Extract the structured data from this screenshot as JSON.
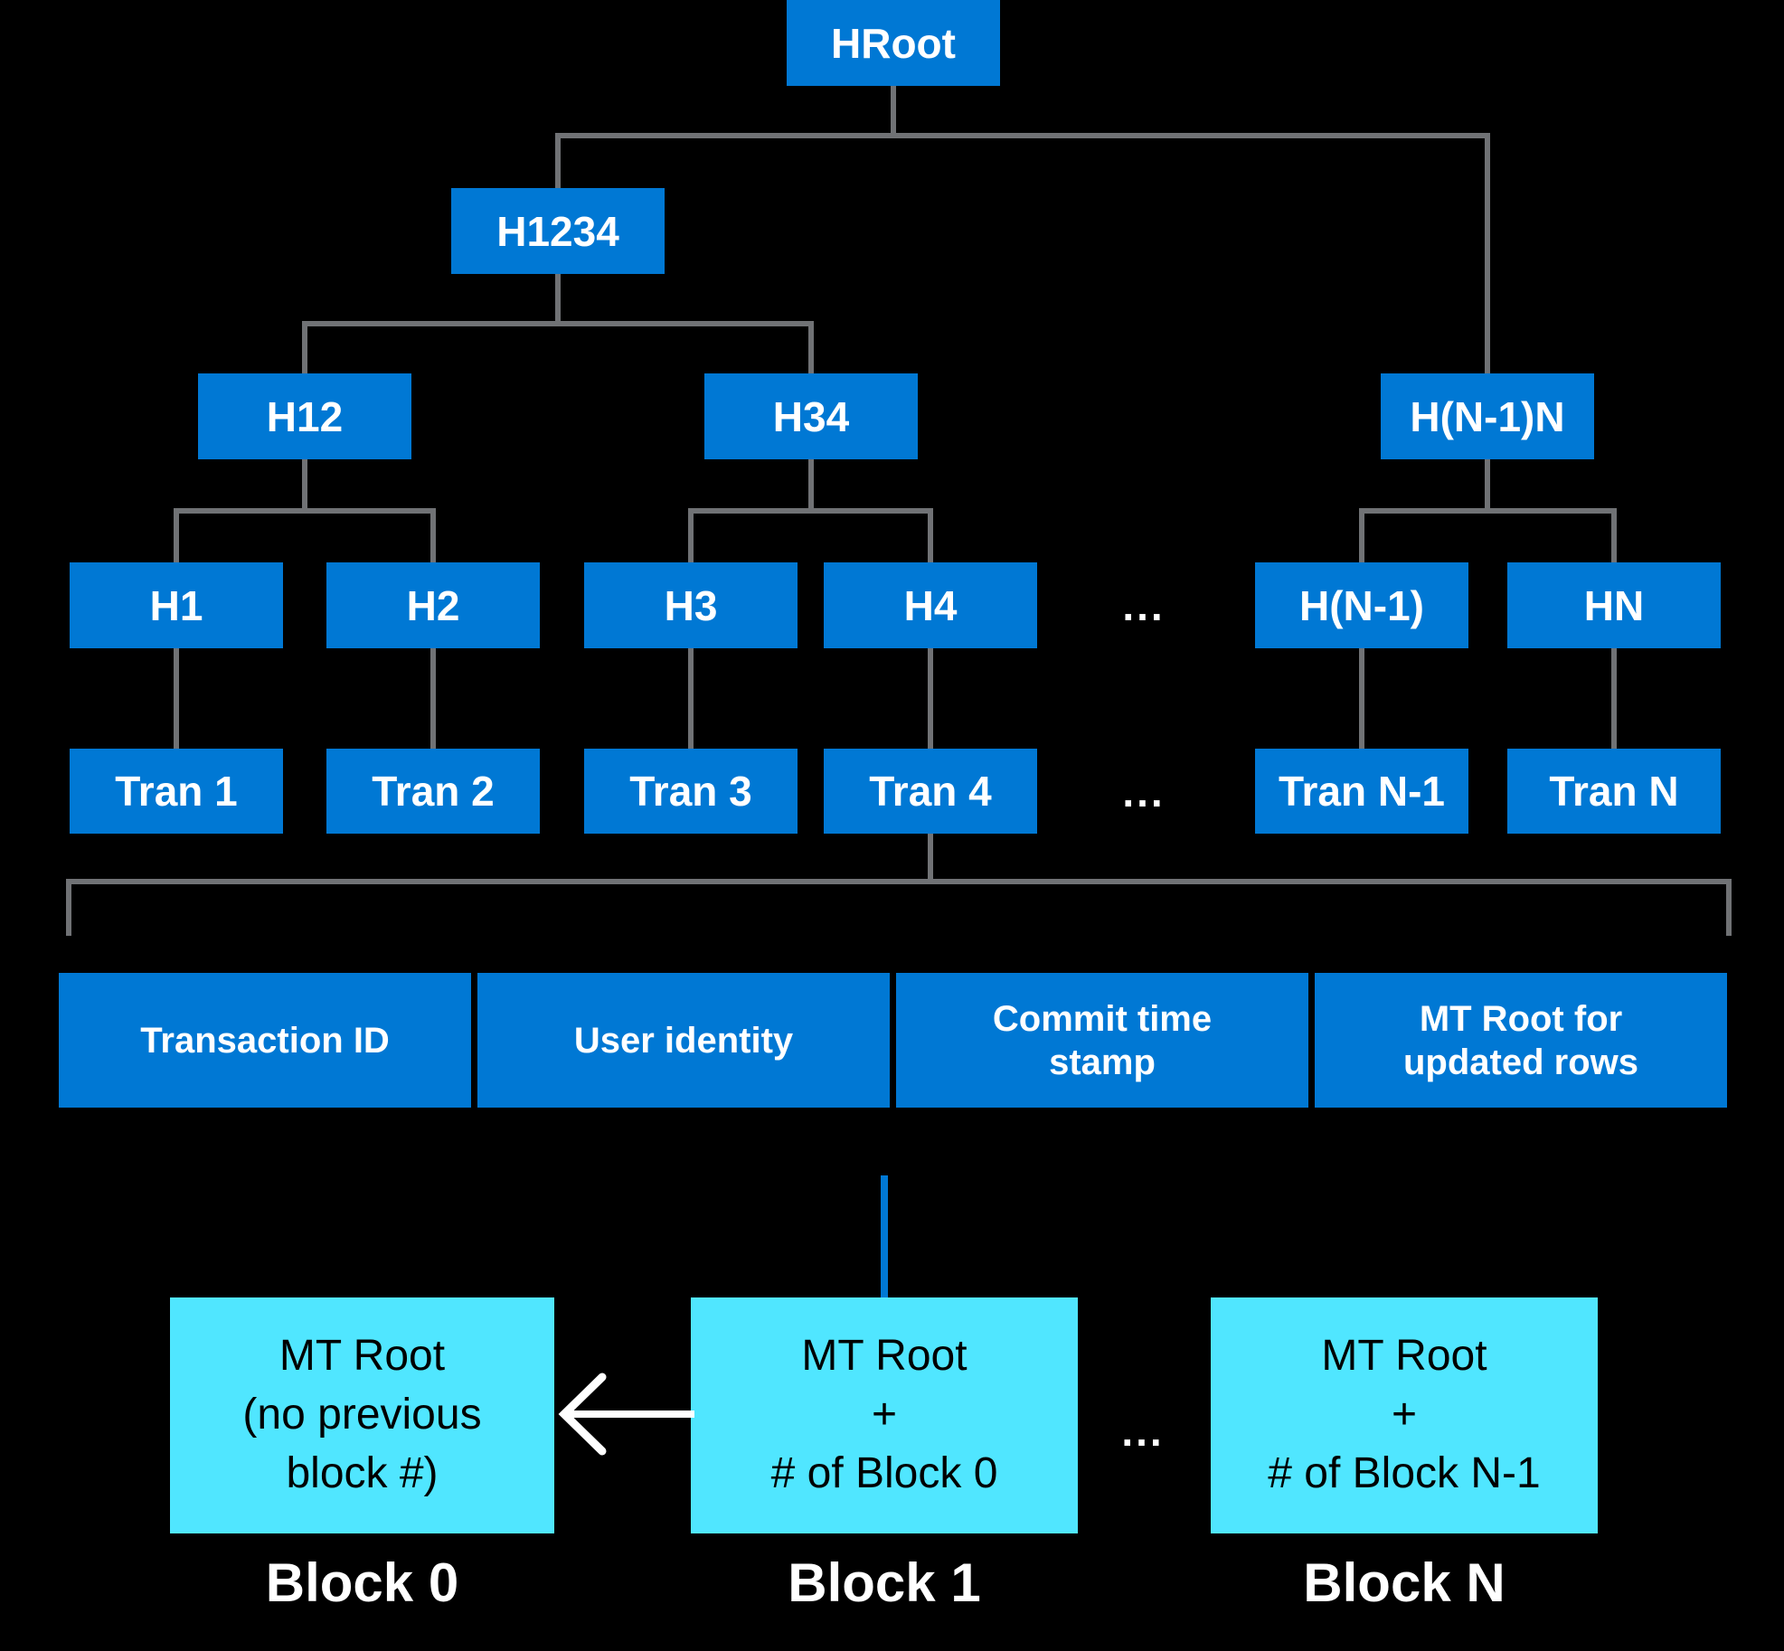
{
  "colors": {
    "background": "#000000",
    "node_blue": "#0078D4",
    "block_cyan": "#50E6FF",
    "connector_gray": "#707275",
    "text_light": "#FFFFFF",
    "text_dark": "#000000"
  },
  "tree": {
    "root_label": "HRoot",
    "l1_label": "H1234",
    "l2": [
      {
        "label": "H12"
      },
      {
        "label": "H34"
      },
      {
        "label": "H(N-1)N"
      }
    ],
    "l3": [
      {
        "label": "H1"
      },
      {
        "label": "H2"
      },
      {
        "label": "H3"
      },
      {
        "label": "H4"
      },
      {
        "label": "H(N-1)"
      },
      {
        "label": "HN"
      }
    ],
    "l4": [
      {
        "label": "Tran 1"
      },
      {
        "label": "Tran 2"
      },
      {
        "label": "Tran 3"
      },
      {
        "label": "Tran 4"
      },
      {
        "label": "Tran N-1"
      },
      {
        "label": "Tran N"
      }
    ],
    "hash_row_ellipsis": "...",
    "tran_row_ellipsis": "..."
  },
  "transaction_fields": {
    "cells": [
      {
        "label": "Transaction ID"
      },
      {
        "label": "User identity"
      },
      {
        "label": "Commit time\nstamp"
      },
      {
        "label": "MT Root for\nupdated rows"
      }
    ]
  },
  "blocks": {
    "items": [
      {
        "content": "MT Root\n(no previous\nblock #)",
        "label": "Block 0"
      },
      {
        "content": "MT Root\n+\n# of Block 0",
        "label": "Block 1"
      },
      {
        "content": "MT Root\n+\n# of Block N-1",
        "label": "Block N"
      }
    ],
    "ellipsis": "..."
  }
}
